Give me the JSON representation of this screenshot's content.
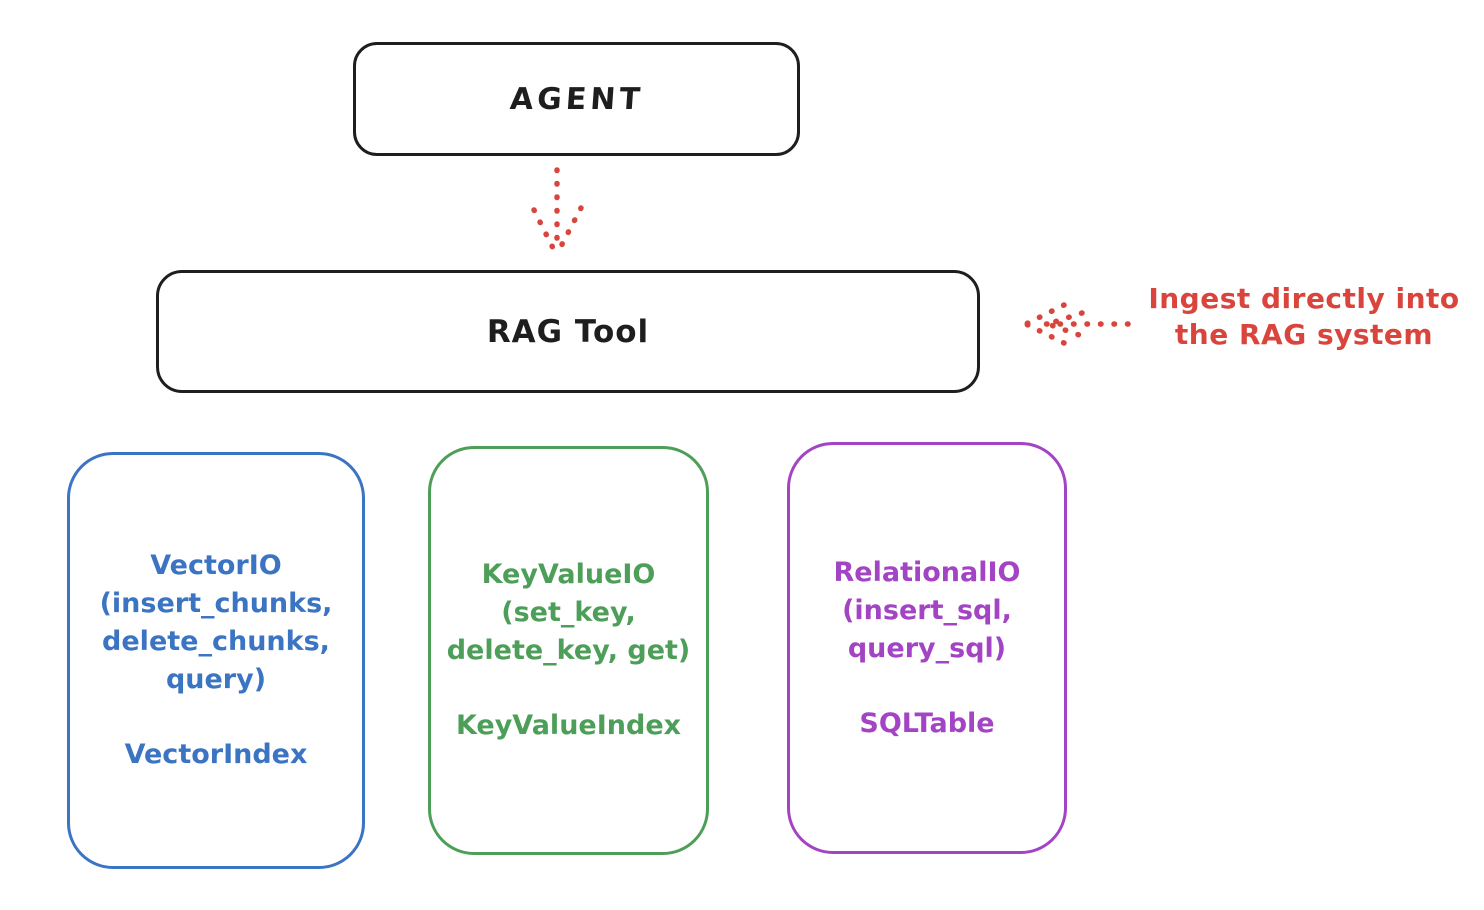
{
  "diagram": {
    "colors": {
      "stroke": "#1e1e1e",
      "red": "#d9453d",
      "blue": "#3b74c2",
      "green": "#4d9e58",
      "purple": "#a344c4"
    },
    "agent_box": {
      "label": "AGENT"
    },
    "rag_tool_box": {
      "label": "RAG Tool"
    },
    "annotation": {
      "line1": "Ingest directly into",
      "line2": "the RAG system"
    },
    "arrows": [
      {
        "name": "agent-to-rag-tool",
        "style": "dotted",
        "direction": "down"
      },
      {
        "name": "annotation-to-rag-tool",
        "style": "dotted",
        "direction": "left"
      }
    ],
    "io_boxes": [
      {
        "title": "VectorIO",
        "lines": [
          "VectorIO",
          "(insert_chunks,",
          "delete_chunks,",
          "query)"
        ],
        "index_label": "VectorIndex",
        "color": "#3b74c2"
      },
      {
        "title": "KeyValueIO",
        "lines": [
          "KeyValueIO",
          "(set_key,",
          "delete_key, get)"
        ],
        "index_label": "KeyValueIndex",
        "color": "#4d9e58"
      },
      {
        "title": "RelationalIO",
        "lines": [
          "RelationalIO",
          "(insert_sql,",
          "query_sql)"
        ],
        "index_label": "SQLTable",
        "color": "#a344c4"
      }
    ]
  }
}
